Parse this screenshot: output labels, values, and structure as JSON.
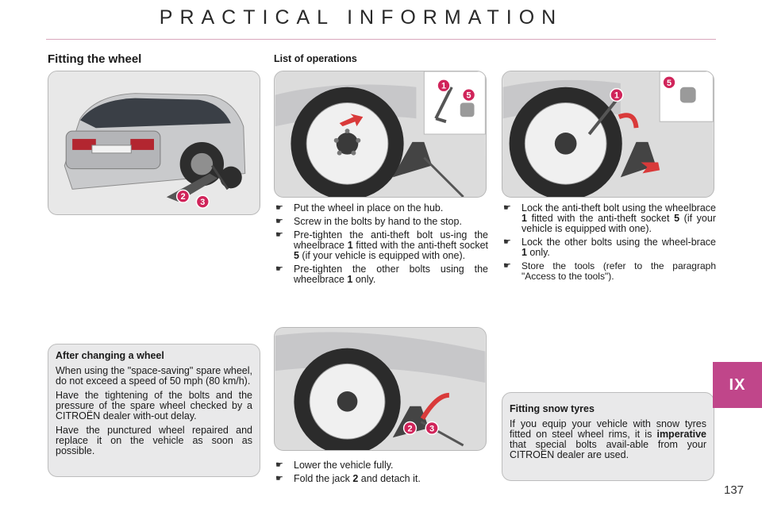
{
  "header": {
    "title": "PRACTICAL INFORMATION"
  },
  "section": {
    "title": "Fitting the wheel",
    "subtitle": "List of operations"
  },
  "steps_a": [
    {
      "marker": "☛",
      "text": "Put the wheel in place on the hub."
    },
    {
      "marker": "☛",
      "text": "Screw in the bolts by hand to the stop."
    },
    {
      "marker": "☛",
      "pre": "Pre-tighten the anti-theft bolt us-ing the wheelbrace ",
      "n1": "1",
      "mid": " fitted with the anti-theft socket ",
      "n2": "5",
      "post": " (if your vehicle is equipped with one)."
    },
    {
      "marker": "☛",
      "pre": "Pre-tighten the other bolts using the wheelbrace ",
      "n1": "1",
      "post": " only."
    }
  ],
  "steps_b": [
    {
      "marker": "☛",
      "pre": "Lock the anti-theft bolt using the wheelbrace ",
      "n1": "1",
      "mid": " fitted with the anti-theft socket ",
      "n2": "5",
      "post": " (if your vehicle is equipped with one)."
    },
    {
      "marker": "☛",
      "pre": "Lock the other bolts using the wheel-brace ",
      "n1": "1",
      "post": " only."
    },
    {
      "marker": "☛",
      "text": "Store the tools (refer to the paragraph \"Access to the tools\")."
    }
  ],
  "steps_c": [
    {
      "marker": "☛",
      "text": "Lower the vehicle fully."
    },
    {
      "marker": "☛",
      "pre": "Fold the jack ",
      "n1": "2",
      "post": " and detach it."
    }
  ],
  "note_after": {
    "title": "After changing a wheel",
    "p1": "When using the \"space-saving\" spare wheel, do not exceed a speed of 50 mph (80 km/h).",
    "p2": "Have the tightening of the bolts and the pressure of the spare wheel checked by a CITROËN dealer with-out delay.",
    "p3": "Have the punctured wheel repaired and replace it on the vehicle as soon as possible."
  },
  "note_snow": {
    "title": "Fitting snow tyres",
    "p1_pre": "If you equip your vehicle with snow tyres fitted on steel wheel rims, it is ",
    "p1_bold": "imperative",
    "p1_post": " that special bolts avail-able from your CITROËN dealer are used."
  },
  "callouts": {
    "wheelbrace": "1",
    "jack": "2",
    "jack_handle": "3",
    "socket": "5"
  },
  "tab": {
    "label": "IX"
  },
  "page": {
    "number": "137"
  },
  "colors": {
    "accent": "#c0468a",
    "callout": "#d0245a",
    "arrow": "#d93a3a",
    "rule": "#d9a6bc"
  }
}
